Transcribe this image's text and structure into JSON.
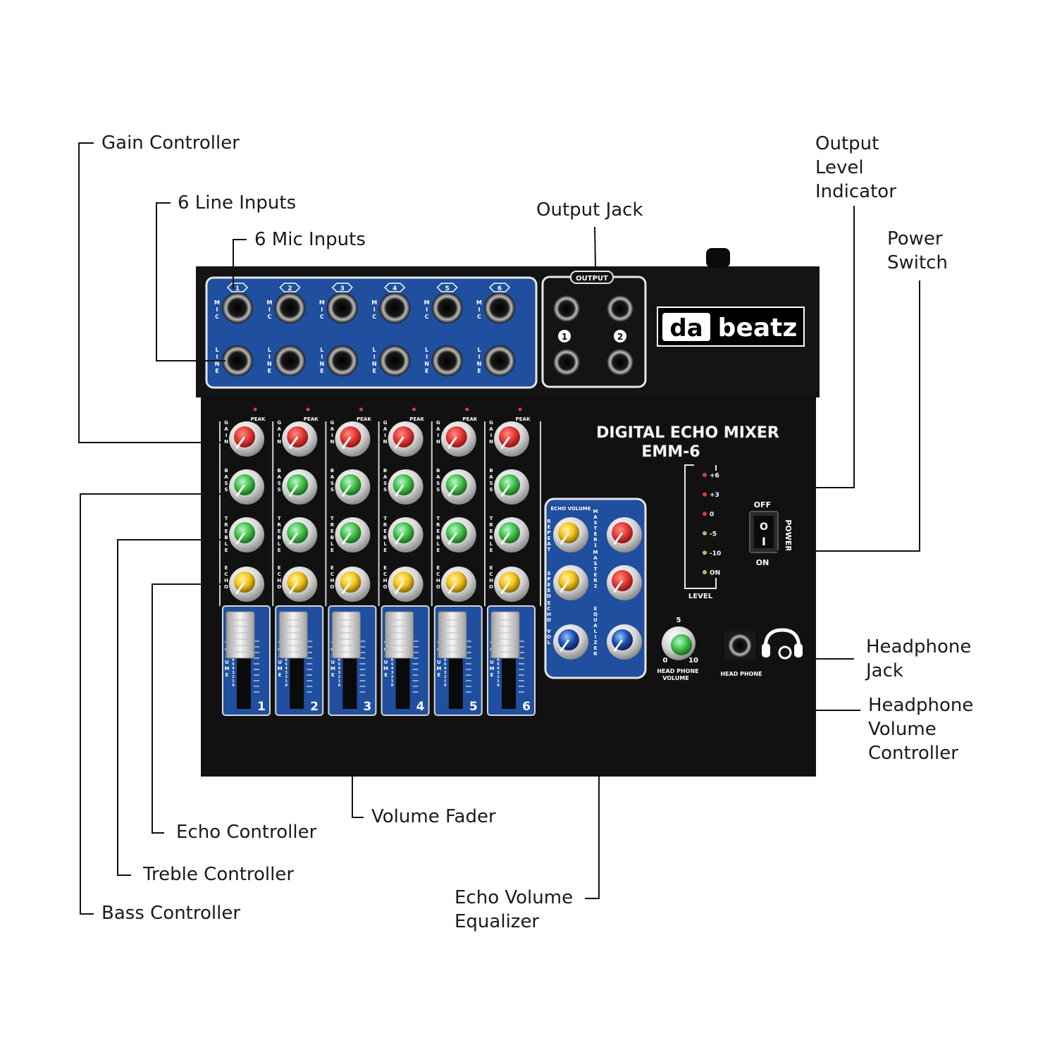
{
  "callouts": {
    "gain": "Gain Controller",
    "line_inputs": "6 Line Inputs",
    "mic_inputs": "6 Mic Inputs",
    "output_jack": "Output Jack",
    "output_level": "Output\nLevel\nIndicator",
    "power_switch": "Power\nSwitch",
    "headphone_jack": "Headphone\nJack",
    "headphone_volume": "Headphone\nVolume\nController",
    "volume_fader": "Volume Fader",
    "echo_controller": "Echo Controller",
    "treble_controller": "Treble Controller",
    "bass_controller": "Bass Controller",
    "echo_volume_eq": "Echo Volume\nEqualizer"
  },
  "device": {
    "brand_a": "da",
    "brand_b": "beatz",
    "title": "DIGITAL ECHO MIXER",
    "model": "EMM-6",
    "output_label": "OUTPUT",
    "output_num_1": "1",
    "output_num_2": "2",
    "mic_label": "MIC",
    "line_label": "LINE",
    "peak_label": "PEAK",
    "gain_label": "GAIN",
    "bass_label": "BASS",
    "treble_label": "TREBLE",
    "echo_label": "ECHO",
    "volume_label": "VOLUME",
    "channels": [
      "1",
      "2",
      "3",
      "4",
      "5",
      "6"
    ],
    "fader_scale": [
      "10",
      "9",
      "8",
      "7",
      "6",
      "5",
      "4",
      "3",
      "2",
      "1",
      "0"
    ],
    "level_label": "LEVEL",
    "level_steps": [
      "+6",
      "+3",
      "0",
      "-5",
      "-10",
      "ON"
    ],
    "level_colors": [
      "#e53935",
      "#e53935",
      "#e53935",
      "#9ccc65",
      "#9ccc65",
      "#9ccc65"
    ],
    "power_label": "POWER",
    "off_label": "OFF",
    "on_label": "ON",
    "echo_volume_label": "ECHO VOLUME",
    "repeat_label": "REPEAT",
    "speed_label": "SPEED",
    "echo_vol_label": "ECHO VOL",
    "master1_label": "MASTER1",
    "master2_label": "MASTER2",
    "equalizer_label": "EQUALIZER",
    "hp_vol_label_1": "HEAD PHONE",
    "hp_vol_label_2": "VOLUME",
    "hp_vol_min": "0",
    "hp_vol_mid": "5",
    "hp_vol_max": "10",
    "hp_jack_label": "HEAD PHONE"
  },
  "colors": {
    "panel_blue": "#1f4f9e",
    "gain_knob": "#e53935",
    "bass_knob": "#43c24a",
    "treble_knob": "#43c24a",
    "echo_knob": "#f2c21b",
    "eq_knob": "#1e4fb8",
    "body": "#111111"
  }
}
